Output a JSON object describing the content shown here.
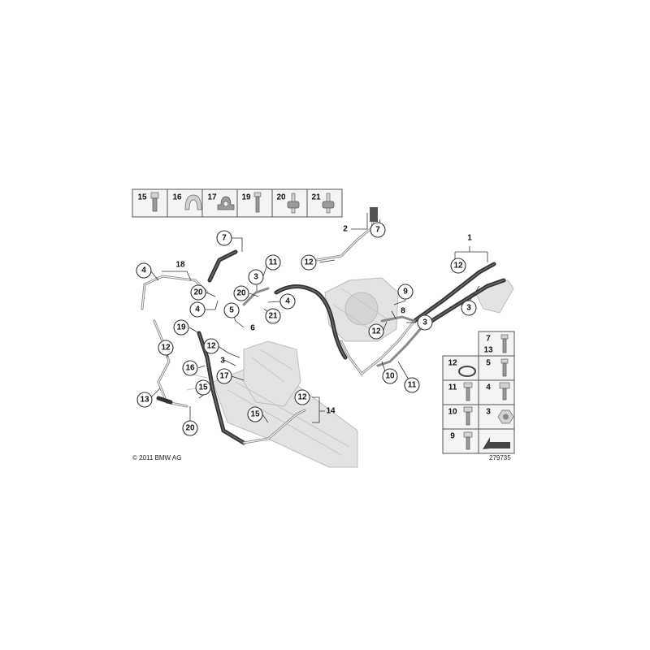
{
  "diagram": {
    "top_legend": {
      "items": [
        {
          "number": "15",
          "icon": "bolt-icon"
        },
        {
          "number": "16",
          "icon": "clamp-icon"
        },
        {
          "number": "17",
          "icon": "bracket-icon"
        },
        {
          "number": "19",
          "icon": "screw-icon"
        },
        {
          "number": "20",
          "icon": "rubber-mount-icon"
        },
        {
          "number": "21",
          "icon": "rubber-mount-icon"
        }
      ]
    },
    "right_legend": {
      "items": [
        {
          "number": "7",
          "icon": "screw-icon"
        },
        {
          "number": "13",
          "icon": "screw-icon"
        },
        {
          "number": "5",
          "icon": "screw-icon"
        },
        {
          "number": "12",
          "icon": "sealing-ring-icon"
        },
        {
          "number": "11",
          "icon": "bolt-icon"
        },
        {
          "number": "4",
          "icon": "hex-bolt-icon"
        },
        {
          "number": "10",
          "icon": "bolt-icon"
        },
        {
          "number": "3",
          "icon": "hex-nut-icon"
        },
        {
          "number": "9",
          "icon": "bolt-icon"
        }
      ],
      "arrow_icon": "direction-arrow-icon"
    },
    "callouts": [
      {
        "label": "1"
      },
      {
        "label": "12"
      },
      {
        "label": "3"
      },
      {
        "label": "2"
      },
      {
        "label": "7"
      },
      {
        "label": "12"
      },
      {
        "label": "11"
      },
      {
        "label": "3"
      },
      {
        "label": "20"
      },
      {
        "label": "21"
      },
      {
        "label": "4"
      },
      {
        "label": "5"
      },
      {
        "label": "6"
      },
      {
        "label": "7"
      },
      {
        "label": "18"
      },
      {
        "label": "4"
      },
      {
        "label": "20"
      },
      {
        "label": "4"
      },
      {
        "label": "9"
      },
      {
        "label": "8"
      },
      {
        "label": "12"
      },
      {
        "label": "3"
      },
      {
        "label": "10"
      },
      {
        "label": "11"
      },
      {
        "label": "19"
      },
      {
        "label": "12"
      },
      {
        "label": "16"
      },
      {
        "label": "3"
      },
      {
        "label": "17"
      },
      {
        "label": "12"
      },
      {
        "label": "13"
      },
      {
        "label": "15"
      },
      {
        "label": "20"
      },
      {
        "label": "15"
      },
      {
        "label": "12"
      },
      {
        "label": "14"
      }
    ],
    "copyright": "© 2011 BMW AG",
    "diagram_id": "279735"
  }
}
